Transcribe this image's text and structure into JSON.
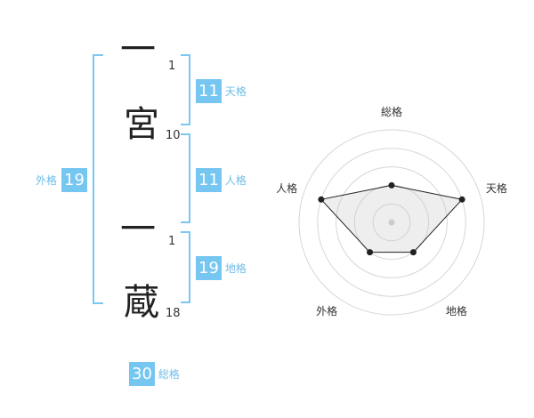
{
  "name": {
    "characters": [
      {
        "char": "一",
        "strokes": "1"
      },
      {
        "char": "宮",
        "strokes": "10"
      },
      {
        "char": "一",
        "strokes": "1"
      },
      {
        "char": "蔵",
        "strokes": "18"
      }
    ]
  },
  "fortunes": {
    "tenkaku": {
      "value": "11",
      "label": "天格"
    },
    "jinkaku": {
      "value": "11",
      "label": "人格"
    },
    "chikaku": {
      "value": "19",
      "label": "地格"
    },
    "gaikaku": {
      "value": "19",
      "label": "外格"
    },
    "soukaku": {
      "value": "30",
      "label": "総格"
    }
  },
  "chart_data": {
    "type": "radar",
    "axes": [
      "総格",
      "天格",
      "地格",
      "外格",
      "人格"
    ],
    "values": [
      2,
      4,
      2,
      2,
      4
    ],
    "scale_max": 5,
    "rings": 5
  }
}
